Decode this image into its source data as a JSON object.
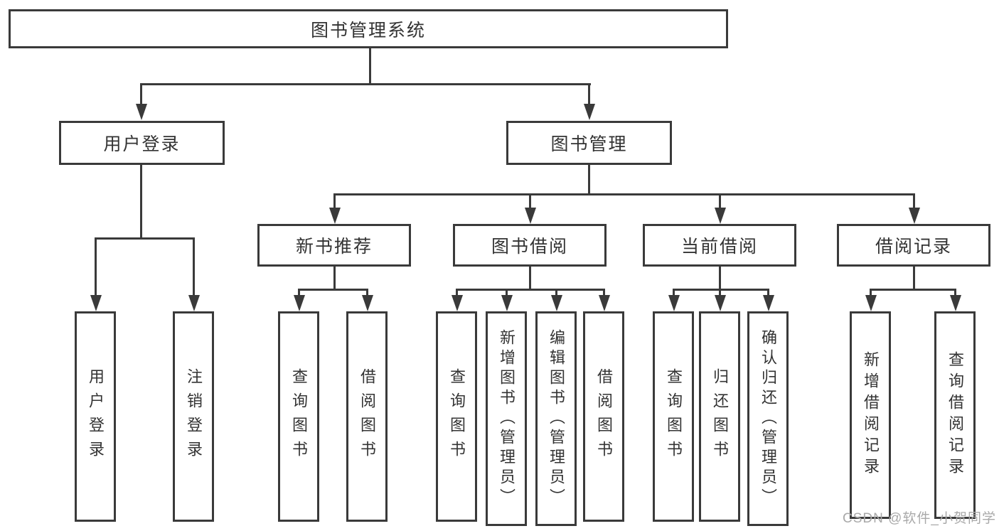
{
  "diagram_type": "hierarchy-tree",
  "colors": {
    "line": "#3a3a3a",
    "text": "#333333",
    "background": "#ffffff",
    "watermark_text": "#a9a9a9"
  },
  "tree": {
    "label": "图书管理系统",
    "children": [
      {
        "label": "用户登录",
        "children": [
          {
            "label": "用户登录"
          },
          {
            "label": "注销登录"
          }
        ]
      },
      {
        "label": "图书管理",
        "children": [
          {
            "label": "新书推荐",
            "children": [
              {
                "label": "查询图书"
              },
              {
                "label": "借阅图书"
              }
            ]
          },
          {
            "label": "图书借阅",
            "children": [
              {
                "label": "查询图书"
              },
              {
                "label": "新增图书（管理员）"
              },
              {
                "label": "编辑图书（管理员）"
              },
              {
                "label": "借阅图书"
              }
            ]
          },
          {
            "label": "当前借阅",
            "children": [
              {
                "label": "查询图书"
              },
              {
                "label": "归还图书"
              },
              {
                "label": "确认归还（管理员）"
              }
            ]
          },
          {
            "label": "借阅记录",
            "children": [
              {
                "label": "新增借阅记录"
              },
              {
                "label": "查询借阅记录"
              }
            ]
          }
        ]
      }
    ]
  },
  "watermark": {
    "text": "CSDN @软件_小贺同学"
  }
}
